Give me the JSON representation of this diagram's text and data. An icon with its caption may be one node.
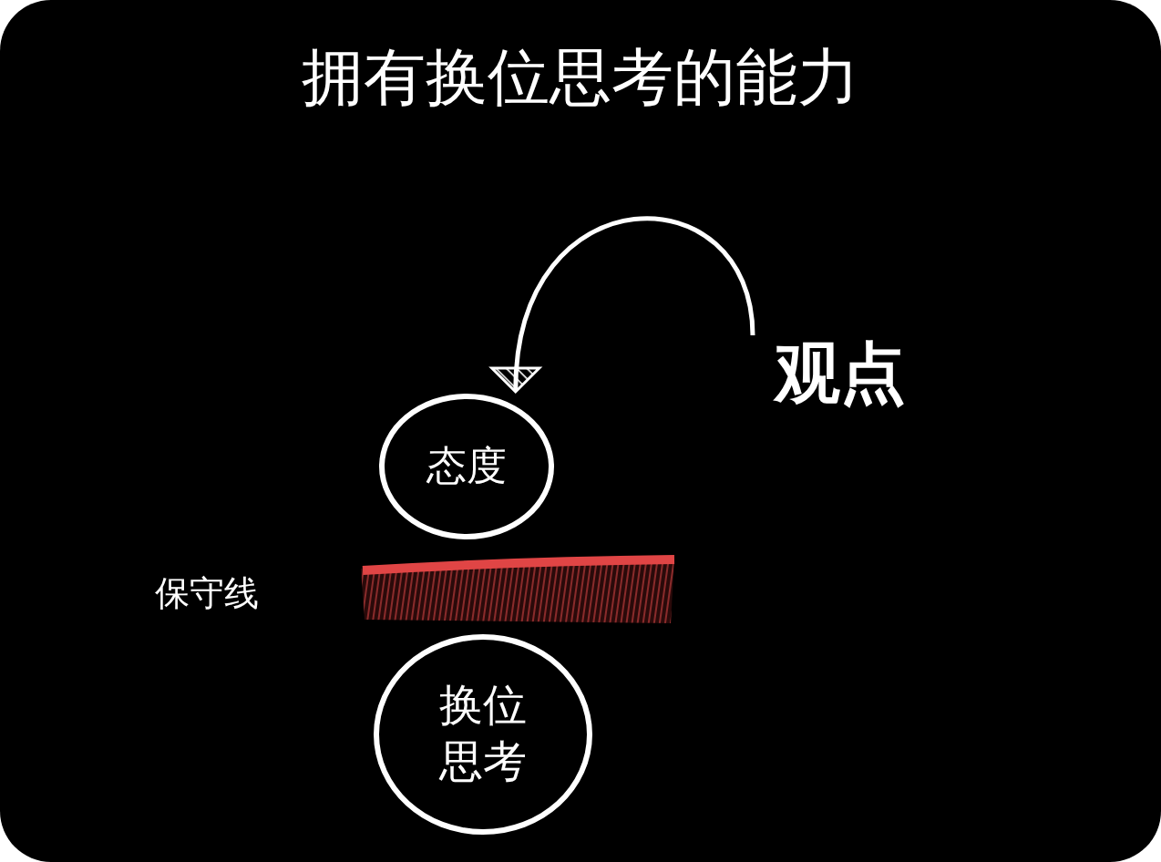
{
  "diagram": {
    "title": "拥有换位思考的能力",
    "nodes": [
      {
        "text": [
          "观点"
        ]
      },
      {
        "text": [
          "态度"
        ]
      },
      {
        "text": [
          "换位思考"
        ]
      }
    ],
    "edges": [
      {
        "from": 0,
        "to": 1,
        "arrow": "to"
      }
    ],
    "labels": [
      "保守线"
    ]
  }
}
